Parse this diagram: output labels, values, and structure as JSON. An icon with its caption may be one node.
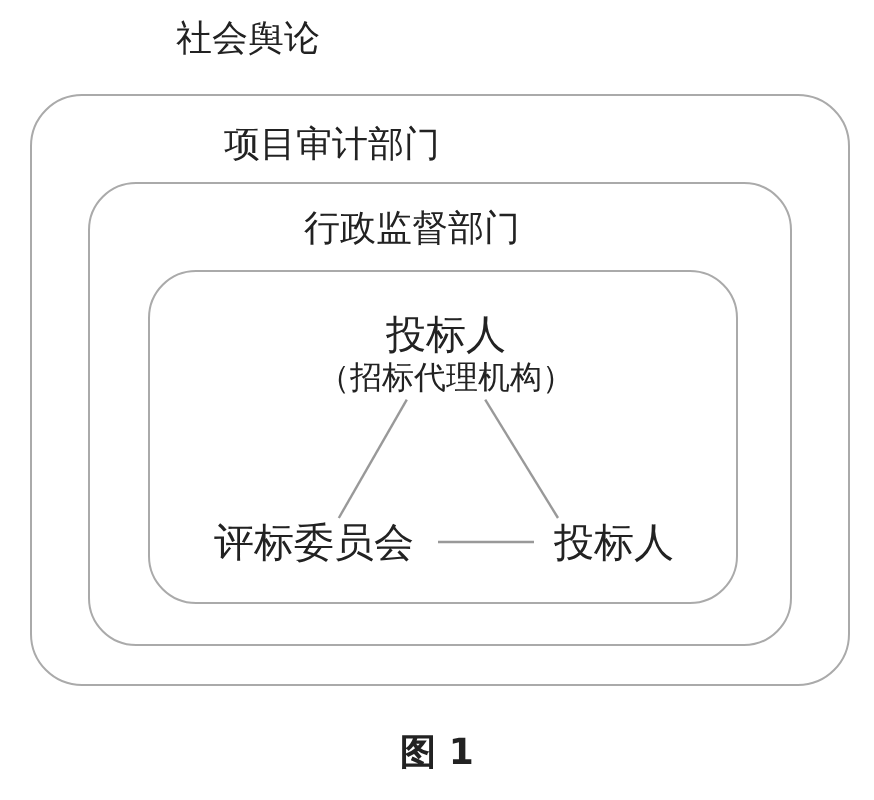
{
  "diagram": {
    "caption": "图 1",
    "nodes": [
      {
        "text": [
          "社会舆论"
        ]
      },
      {
        "text": [
          "项目审计部门"
        ],
        "in": 0
      },
      {
        "text": [
          "行政监督部门"
        ],
        "in": 1
      },
      {
        "text": [
          "投标人",
          "（招标代理机构）"
        ],
        "in": 2
      },
      {
        "text": [
          "评标委员会"
        ],
        "in": 2
      },
      {
        "text": [
          "投标人"
        ],
        "in": 2
      }
    ],
    "edges": [
      {
        "from": 3,
        "to": 4,
        "arrow": "none"
      },
      {
        "from": 3,
        "to": 5,
        "arrow": "none"
      },
      {
        "from": 4,
        "to": 5,
        "arrow": "none"
      }
    ]
  }
}
